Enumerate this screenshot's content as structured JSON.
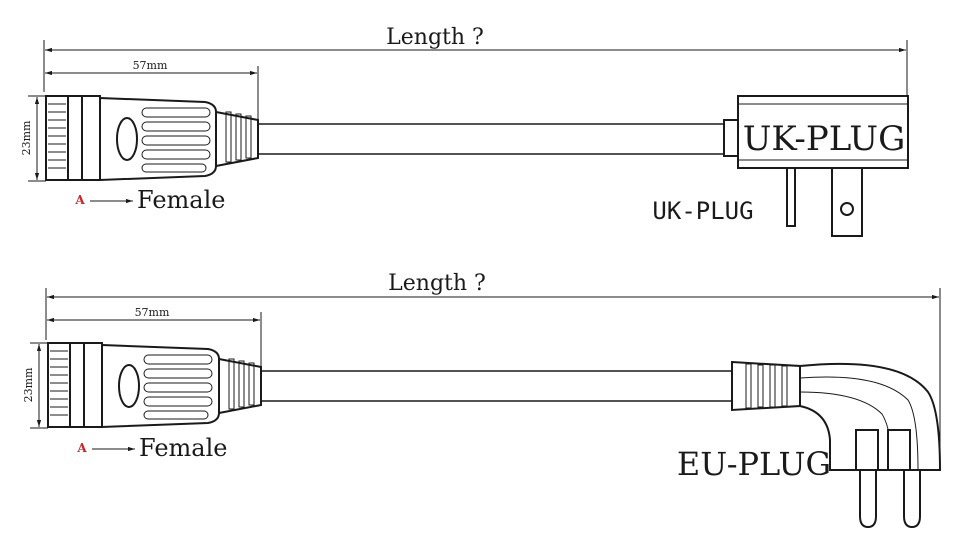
{
  "top_drawing": {
    "total_length_label": "Length ?",
    "connector_length_label": "57mm",
    "diameter_label": "23mm",
    "end_marker": "A",
    "connector_type": "Female",
    "plug_body_label": "UK-PLUG",
    "plug_caption": "UK-PLUG"
  },
  "bottom_drawing": {
    "total_length_label": "Length ?",
    "connector_length_label": "57mm",
    "diameter_label": "23mm",
    "end_marker": "A",
    "connector_type": "Female",
    "plug_caption": "EU-PLUG"
  }
}
